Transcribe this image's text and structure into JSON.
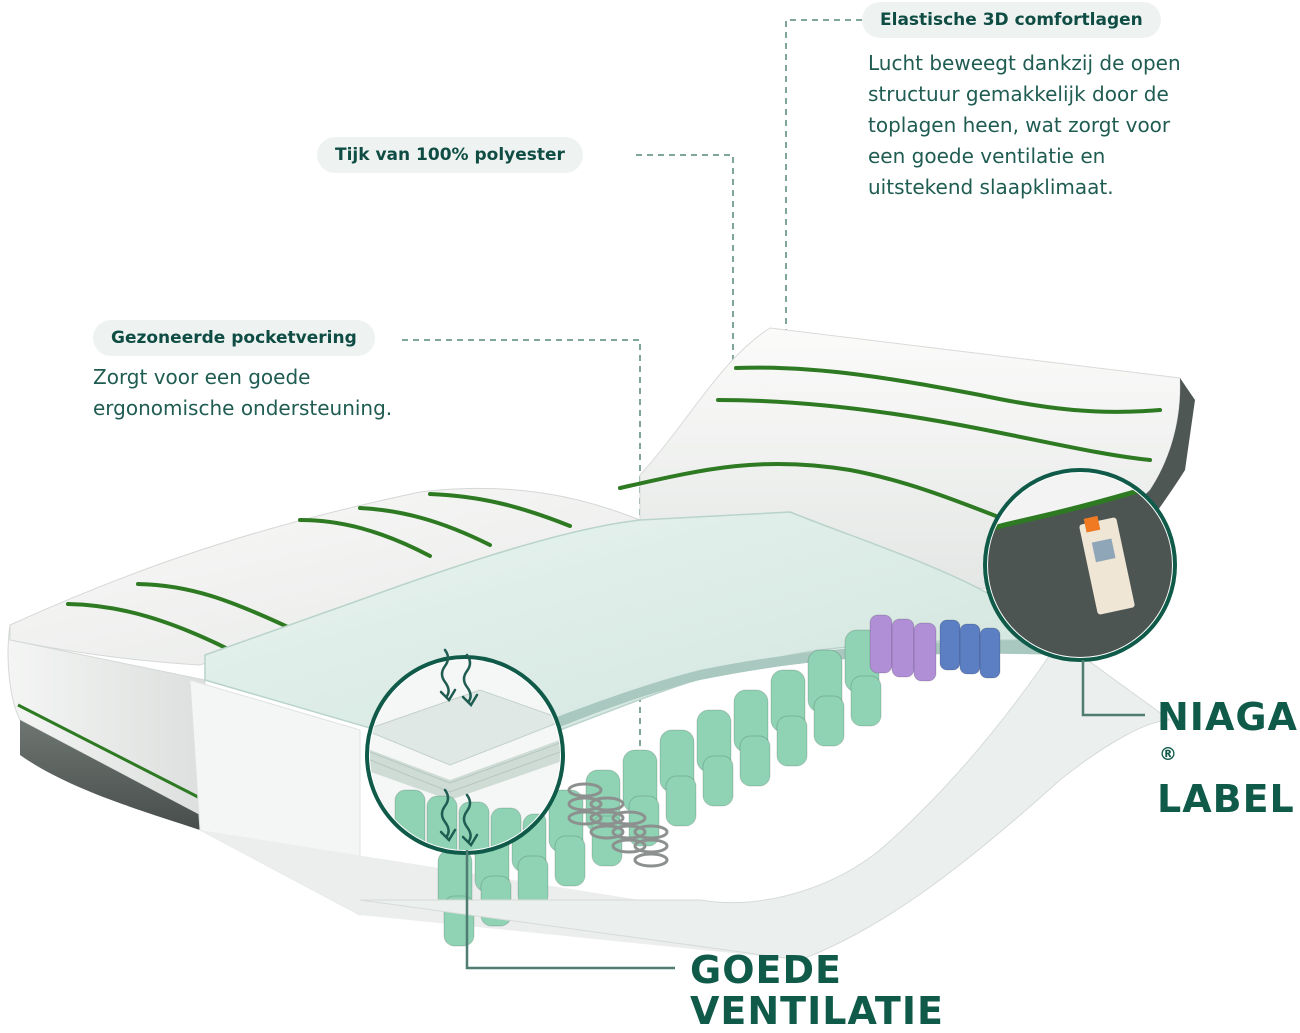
{
  "callouts": {
    "elastic": {
      "title": "Elastische 3D comfortlagen",
      "lines": [
        "Lucht beweegt dankzij de open",
        "structuur gemakkelijk door de",
        "toplagen heen, wat zorgt voor",
        "een goede ventilatie en",
        "uitstekend slaapklimaat."
      ]
    },
    "tick": {
      "title": "Tijk van 100% polyester"
    },
    "pocket": {
      "title": "Gezoneerde pocketvering",
      "lines": [
        "Zorgt voor een goede",
        "ergonomische ondersteuning."
      ]
    }
  },
  "labels": {
    "niaga": {
      "line1": "NIAGA",
      "mark": "®",
      "line2": "LABEL"
    },
    "ventilation": {
      "line1": "GOEDE",
      "line2": "VENTILATIE"
    }
  },
  "colors": {
    "brand_green": "#0f5a48",
    "dash_line": "#7fa59c",
    "pill_bg": "#eef3f1",
    "stripe_green": "#2e7a22",
    "pocket_green": "#8fd3b4",
    "pocket_purple": "#b08fd6",
    "pocket_blue": "#5c7ec2",
    "base_grey": "#5a6360"
  },
  "icons": [
    "airflow-arrows-icon"
  ]
}
